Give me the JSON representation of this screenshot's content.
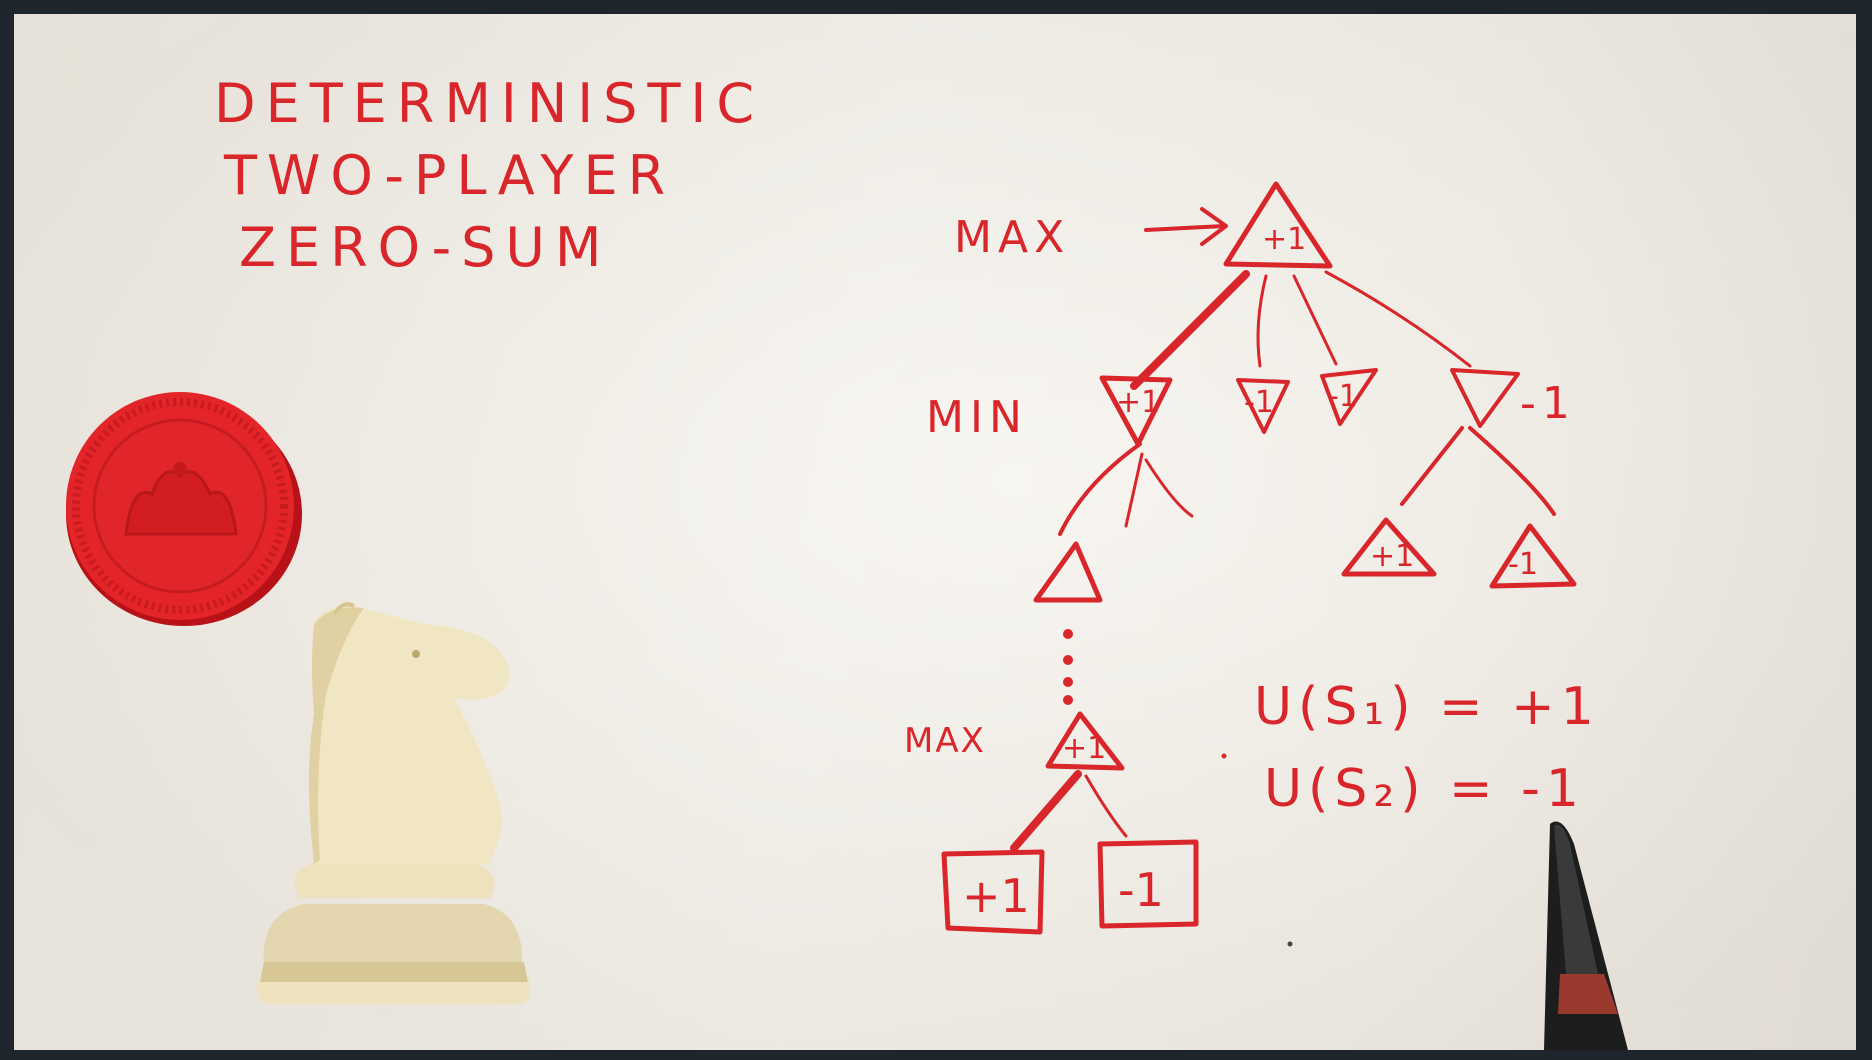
{
  "title_lines": [
    "DETERMINISTIC",
    "TWO-PLAYER",
    "ZERO-SUM"
  ],
  "level_labels": {
    "top": "MAX",
    "middle": "MIN",
    "bottom": "MAX"
  },
  "nodes": {
    "root": "+1",
    "min_1": "+1",
    "min_2": "-1",
    "min_3": "-1",
    "min_4": "-1",
    "min_4_side": "-1",
    "child_right_1": "+1",
    "child_right_2": "-1",
    "bottom_max": "+1",
    "leaf_1": "+1",
    "leaf_2": "-1"
  },
  "utility": {
    "line_1": "U(S₁) = +1",
    "line_2": "U(S₂) = -1"
  },
  "colors": {
    "ink": "#d8262a",
    "board": "#f1ede5",
    "frame": "#1f252c"
  }
}
